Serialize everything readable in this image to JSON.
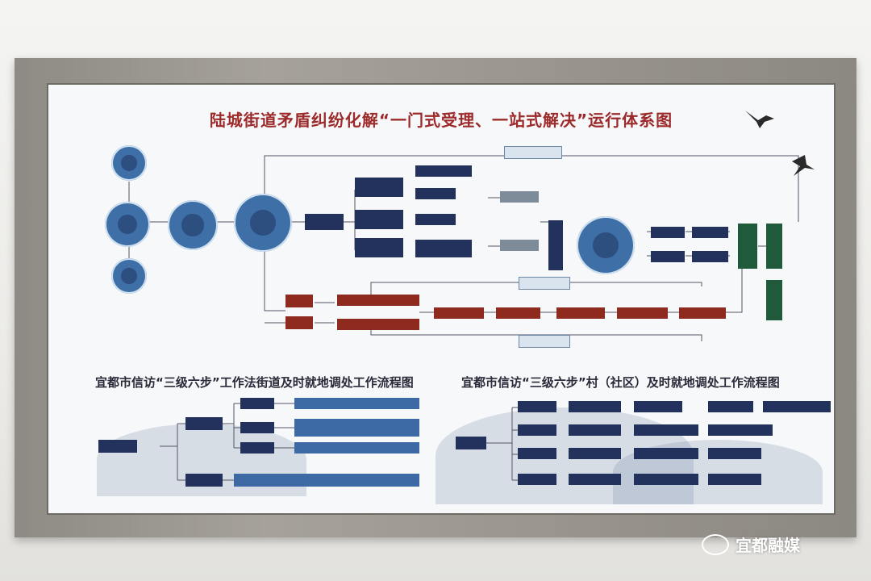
{
  "board": {
    "main_title": "陆城街道矛盾纠纷化解“一门式受理、一站式解决”运行体系图",
    "left_title": "宜都市信访“三级六步”工作法街道及时就地调处工作流程图",
    "right_title": "宜都市信访“三级六步”村（社区）及时就地调处工作流程图"
  },
  "watermark": {
    "text": "宜都融媒"
  },
  "colors": {
    "title_red": "#9c2a2a",
    "navy": "#23325d",
    "dark_red": "#8f2a1e",
    "green": "#1f5a3a",
    "blue": "#3d6aa5"
  }
}
